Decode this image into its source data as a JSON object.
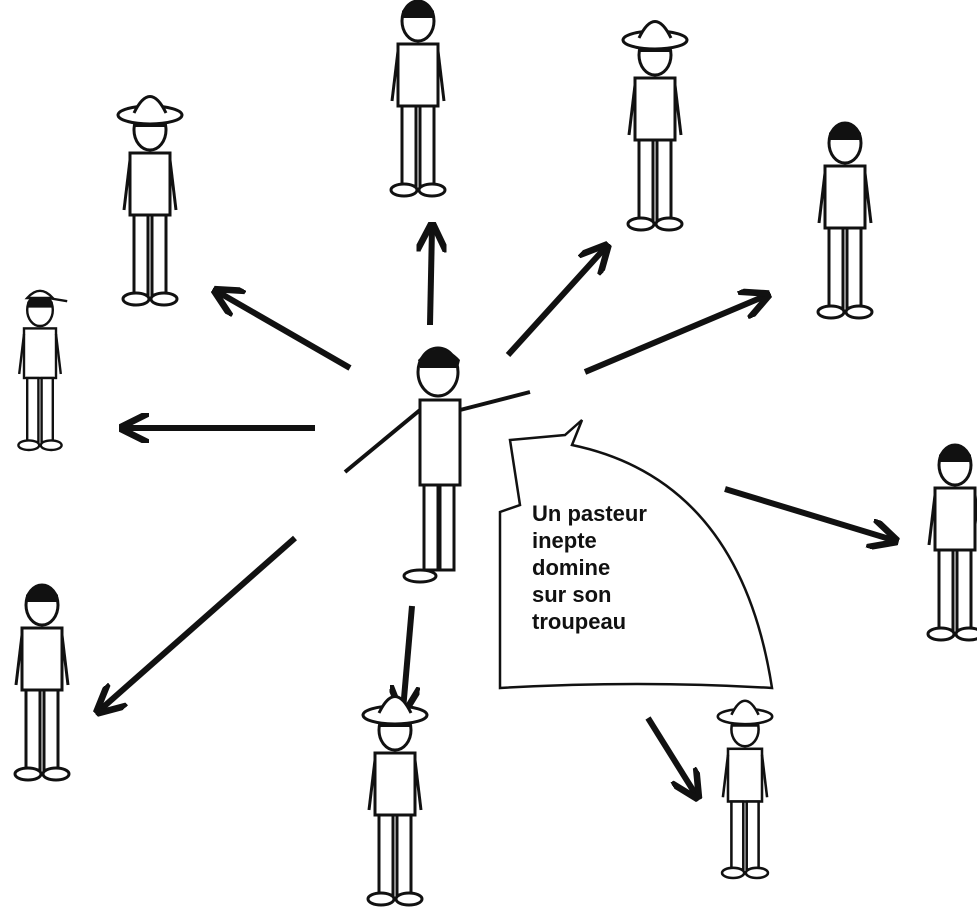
{
  "caption": {
    "lines": [
      "Un pasteur",
      "inepte",
      "domine",
      "sur son",
      "troupeau"
    ]
  },
  "figures": [
    {
      "id": "leader",
      "hat": "none"
    },
    {
      "id": "top-left",
      "hat": "sombrero"
    },
    {
      "id": "top",
      "hat": "none"
    },
    {
      "id": "top-right",
      "hat": "sombrero"
    },
    {
      "id": "right-upper",
      "hat": "none"
    },
    {
      "id": "right",
      "hat": "none"
    },
    {
      "id": "bottom-right",
      "hat": "sombrero"
    },
    {
      "id": "bottom",
      "hat": "sombrero"
    },
    {
      "id": "bottom-left",
      "hat": "none"
    },
    {
      "id": "left",
      "hat": "cap"
    }
  ],
  "colors": {
    "ink": "#111111",
    "paper": "#ffffff"
  }
}
